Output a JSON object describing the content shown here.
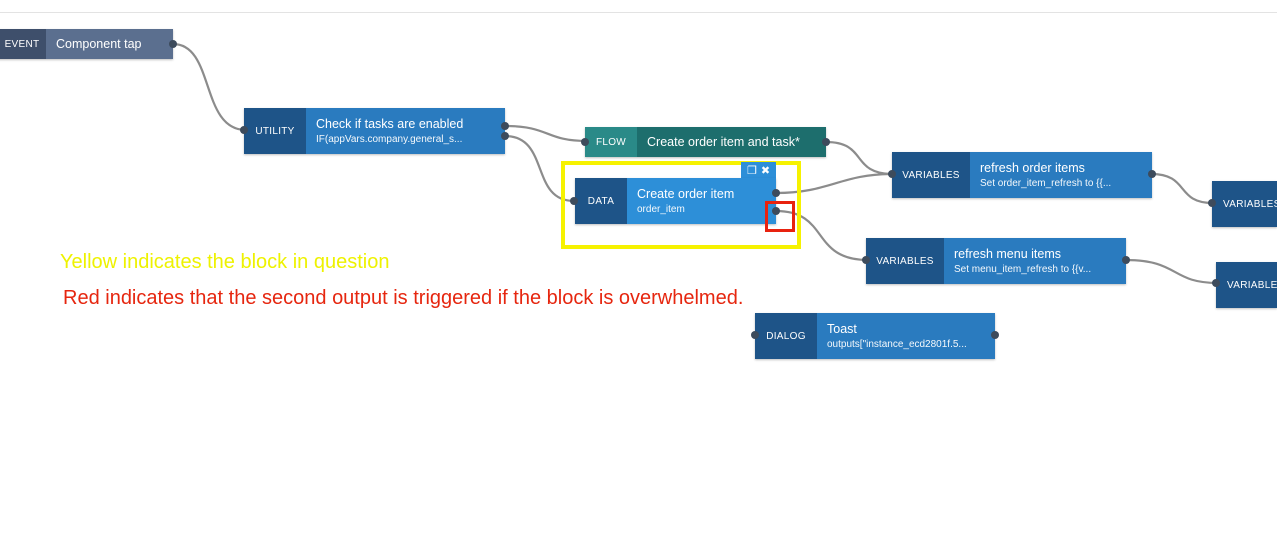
{
  "nodes": {
    "event": {
      "tag": "EVENT",
      "title": "Component tap"
    },
    "utility": {
      "tag": "UTILITY",
      "title": "Check if tasks are enabled",
      "sub": "IF(appVars.company.general_s..."
    },
    "flow": {
      "tag": "FLOW",
      "title": "Create order item and task*"
    },
    "data": {
      "tag": "DATA",
      "title": "Create order item",
      "sub": "order_item"
    },
    "vars1": {
      "tag": "VARIABLES",
      "title": "refresh order items",
      "sub": "Set order_item_refresh to {{..."
    },
    "vars2": {
      "tag": "VARIABLES",
      "title": "refresh menu items",
      "sub": "Set menu_item_refresh to {{v..."
    },
    "vars3": {
      "tag": "VARIABLES"
    },
    "vars4": {
      "tag": "VARIABLES"
    },
    "dialog": {
      "tag": "DIALOG",
      "title": "Toast",
      "sub": "outputs[\"instance_ecd2801f.5..."
    }
  },
  "annotations": {
    "yellow_note": "Yellow indicates the block in question",
    "red_note": "Red indicates that the second output is triggered if the block is overwhelmed."
  },
  "colors": {
    "highlight_yellow": "#f6f200",
    "highlight_red": "#e8220f",
    "node_blue": "#2a7bbf",
    "flow_teal": "#1d6e6d",
    "event_slate": "#5b6f8f"
  }
}
